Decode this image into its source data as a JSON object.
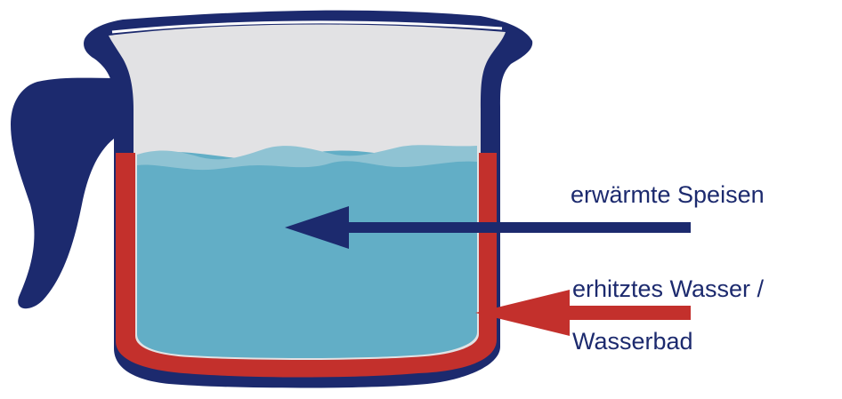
{
  "colors": {
    "pot_outline": "#1c2a6e",
    "water_bath_wall": "#c3302c",
    "food_fill": "#62aec6",
    "food_surface_light": "#8fc3d3",
    "pot_interior": "#e2e2e4",
    "label_text": "#1c2a6e"
  },
  "icons": {
    "pot": "pot-icon",
    "handle": "pot-handle-icon",
    "food_arrow": "arrow-left-icon",
    "water_arrow": "arrow-left-icon"
  },
  "labels": {
    "heated_food": "erwärmte Speisen",
    "hot_water_line1": "erhitztes Wasser /",
    "hot_water_line2": "Wasserbad"
  }
}
